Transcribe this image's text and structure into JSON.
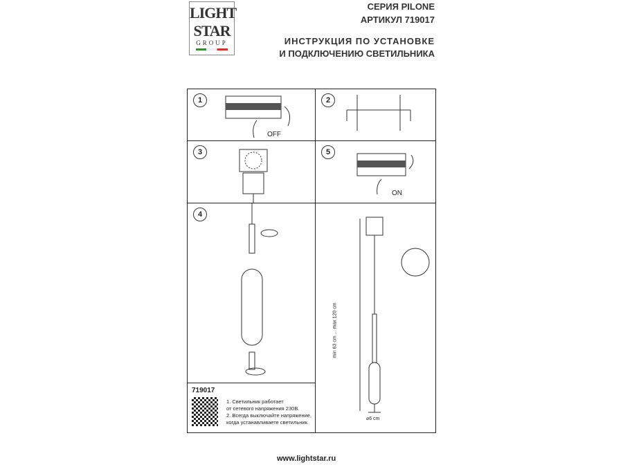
{
  "logo": {
    "line1": "LIGHT",
    "line2": "STAR",
    "line3": "GROUP"
  },
  "header": {
    "series": "СЕРИЯ PILONE",
    "article": "АРТИКУЛ 719017",
    "title_line1": "ИНСТРУКЦИЯ ПО УСТАНОВКЕ",
    "title_line2": "И ПОДКЛЮЧЕНИЮ СВЕТИЛЬНИКА"
  },
  "steps": [
    {
      "num": "1",
      "label": "OFF"
    },
    {
      "num": "2"
    },
    {
      "num": "3"
    },
    {
      "num": "5",
      "label": "ON"
    },
    {
      "num": "4"
    }
  ],
  "dimensions": {
    "height": "min 63 cm ... max 120 cm",
    "diameter": "⌀6 cm"
  },
  "notes": {
    "article": "719017",
    "line1": "1. Светильник работает",
    "line2": "от сетевого напряжения 230В.",
    "line3": "2. Всегда выключайте напряжение,",
    "line4": "когда устанавливаете светильник."
  },
  "footer": {
    "url": "www.lightstar.ru"
  }
}
